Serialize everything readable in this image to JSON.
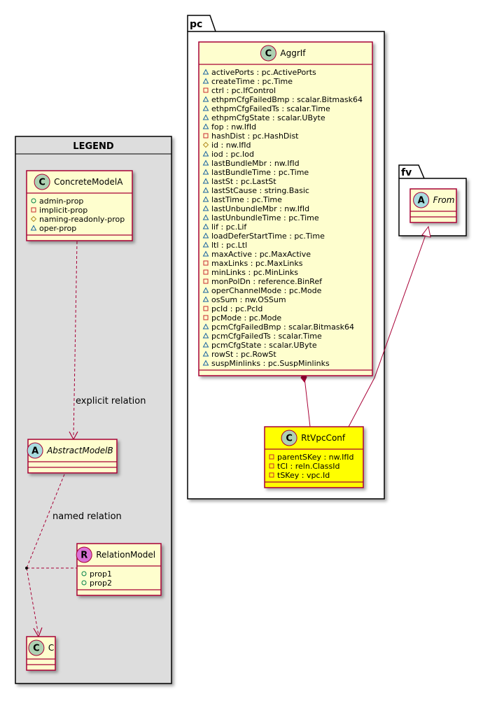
{
  "packages": {
    "legend": {
      "title": "LEGEND"
    },
    "pc": {
      "title": "pc"
    },
    "fv": {
      "title": "fv"
    }
  },
  "classes": {
    "concrete_model_a": {
      "stereotype_letter": "C",
      "name": "ConcreteModelA",
      "attributes": [
        {
          "visibility": "public",
          "text": "admin-prop"
        },
        {
          "visibility": "private",
          "text": "implicit-prop"
        },
        {
          "visibility": "protected",
          "text": "naming-readonly-prop"
        },
        {
          "visibility": "package",
          "text": "oper-prop"
        }
      ]
    },
    "abstract_model_b": {
      "stereotype_letter": "A",
      "name": "AbstractModelB",
      "attributes": []
    },
    "relation_model": {
      "stereotype_letter": "R",
      "name": "RelationModel",
      "attributes": [
        {
          "visibility": "public",
          "text": "prop1"
        },
        {
          "visibility": "public",
          "text": "prop2"
        }
      ]
    },
    "c": {
      "stereotype_letter": "C",
      "name": "C",
      "attributes": []
    },
    "aggr_if": {
      "stereotype_letter": "C",
      "name": "AggrIf",
      "attributes": [
        {
          "visibility": "package",
          "text": "activePorts : pc.ActivePorts"
        },
        {
          "visibility": "package",
          "text": "createTime : pc.Time"
        },
        {
          "visibility": "private",
          "text": "ctrl : pc.IfControl"
        },
        {
          "visibility": "package",
          "text": "ethpmCfgFailedBmp : scalar.Bitmask64"
        },
        {
          "visibility": "package",
          "text": "ethpmCfgFailedTs : scalar.Time"
        },
        {
          "visibility": "package",
          "text": "ethpmCfgState : scalar.UByte"
        },
        {
          "visibility": "package",
          "text": "fop : nw.IfId"
        },
        {
          "visibility": "private",
          "text": "hashDist : pc.HashDist"
        },
        {
          "visibility": "protected",
          "text": "id : nw.IfId"
        },
        {
          "visibility": "package",
          "text": "iod : pc.Iod"
        },
        {
          "visibility": "package",
          "text": "lastBundleMbr : nw.IfId"
        },
        {
          "visibility": "package",
          "text": "lastBundleTime : pc.Time"
        },
        {
          "visibility": "package",
          "text": "lastSt : pc.LastSt"
        },
        {
          "visibility": "package",
          "text": "lastStCause : string.Basic"
        },
        {
          "visibility": "package",
          "text": "lastTime : pc.Time"
        },
        {
          "visibility": "package",
          "text": "lastUnbundleMbr : nw.IfId"
        },
        {
          "visibility": "package",
          "text": "lastUnbundleTime : pc.Time"
        },
        {
          "visibility": "package",
          "text": "lif : pc.Lif"
        },
        {
          "visibility": "package",
          "text": "loadDeferStartTime : pc.Time"
        },
        {
          "visibility": "package",
          "text": "ltl : pc.Ltl"
        },
        {
          "visibility": "package",
          "text": "maxActive : pc.MaxActive"
        },
        {
          "visibility": "private",
          "text": "maxLinks : pc.MaxLinks"
        },
        {
          "visibility": "private",
          "text": "minLinks : pc.MinLinks"
        },
        {
          "visibility": "private",
          "text": "monPolDn : reference.BinRef"
        },
        {
          "visibility": "package",
          "text": "operChannelMode : pc.Mode"
        },
        {
          "visibility": "package",
          "text": "osSum : nw.OSSum"
        },
        {
          "visibility": "private",
          "text": "pcId : pc.PcId"
        },
        {
          "visibility": "private",
          "text": "pcMode : pc.Mode"
        },
        {
          "visibility": "package",
          "text": "pcmCfgFailedBmp : scalar.Bitmask64"
        },
        {
          "visibility": "package",
          "text": "pcmCfgFailedTs : scalar.Time"
        },
        {
          "visibility": "package",
          "text": "pcmCfgState : scalar.UByte"
        },
        {
          "visibility": "package",
          "text": "rowSt : pc.RowSt"
        },
        {
          "visibility": "package",
          "text": "suspMinlinks : pc.SuspMinlinks"
        }
      ]
    },
    "rt_vpc_conf": {
      "stereotype_letter": "C",
      "name": "RtVpcConf",
      "attributes": [
        {
          "visibility": "private",
          "text": "parentSKey : nw.IfId"
        },
        {
          "visibility": "private",
          "text": "tCl : reln.ClassId"
        },
        {
          "visibility": "private",
          "text": "tSKey : vpc.Id"
        }
      ]
    },
    "from": {
      "stereotype_letter": "A",
      "name": "From",
      "attributes": []
    }
  },
  "relations": {
    "explicit": "explicit relation",
    "named": "named relation"
  },
  "colors": {
    "class_fill": "#FEFECE",
    "class_border": "#A80036",
    "highlight_fill": "#FFFF00",
    "legend_fill": "#DDDDDD",
    "circle_c": "#ADD1B2",
    "circle_a": "#A9DCDF",
    "circle_r": "#DA70D6",
    "visibility_public": "#038048",
    "visibility_private": "#C82930",
    "visibility_protected": "#B38D22",
    "visibility_package": "#1963A0"
  }
}
